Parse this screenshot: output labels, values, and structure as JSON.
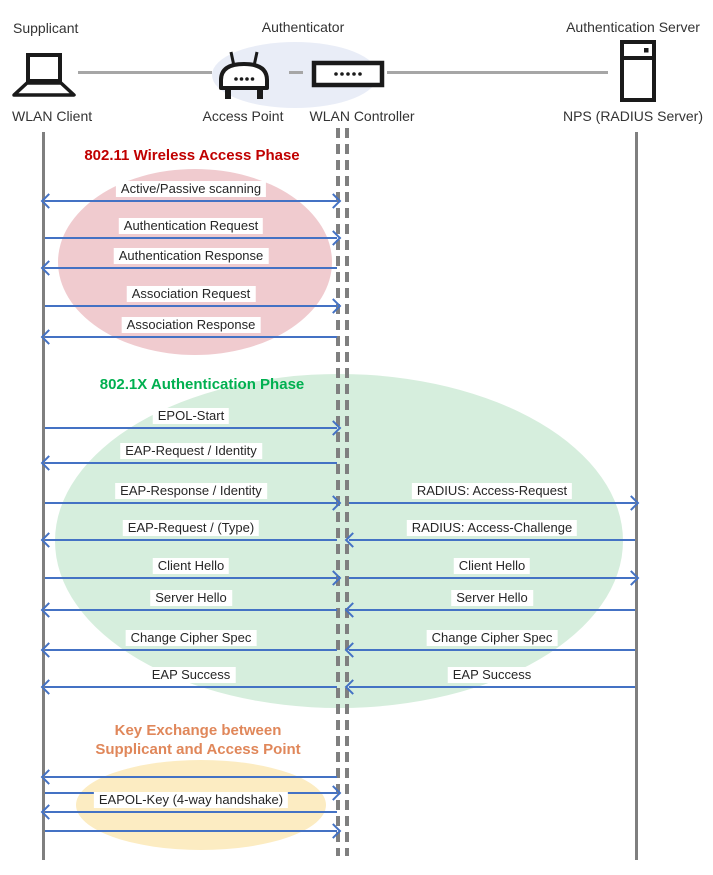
{
  "colors": {
    "arrow": "#4472c4",
    "lifeline": "#7f7f7f",
    "dash": "#7f7f7f",
    "connector": "#a6a6a6",
    "icon": "#1a1a1a",
    "text": "#333333",
    "phase1-title": "#c00000",
    "phase1-fill": "#f0cbcf",
    "phase2-title": "#00b050",
    "phase2-fill": "#d6eedd",
    "phase3-title": "#e0875a",
    "phase3-fill": "#fcecc2",
    "auth-fill": "#e9edf7"
  },
  "header": {
    "roles": [
      "Supplicant",
      "Authenticator",
      "Authentication Server"
    ],
    "nodes": [
      "WLAN Client",
      "Access Point",
      "WLAN Controller",
      "NPS (RADIUS Server)"
    ]
  },
  "phases": [
    {
      "title": "802.11 Wireless Access Phase"
    },
    {
      "title": "802.1X Authentication Phase"
    },
    {
      "title_line1": "Key Exchange between",
      "title_line2": "Supplicant and Access Point"
    }
  ],
  "left_messages": [
    {
      "label": "Active/Passive scanning",
      "direction": "both"
    },
    {
      "label": "Authentication Request",
      "direction": "right"
    },
    {
      "label": "Authentication Response",
      "direction": "left"
    },
    {
      "label": "Association Request",
      "direction": "right"
    },
    {
      "label": "Association Response",
      "direction": "left"
    },
    {
      "label": "EPOL-Start",
      "direction": "right"
    },
    {
      "label": "EAP-Request / Identity",
      "direction": "left"
    },
    {
      "label": "EAP-Response / Identity",
      "direction": "right"
    },
    {
      "label": "EAP-Request / (Type)",
      "direction": "left"
    },
    {
      "label": "Client Hello",
      "direction": "right"
    },
    {
      "label": "Server Hello",
      "direction": "left"
    },
    {
      "label": "Change Cipher Spec",
      "direction": "left"
    },
    {
      "label": "EAP Success",
      "direction": "left"
    },
    {
      "label": "",
      "direction": "left"
    },
    {
      "label": "",
      "direction": "right"
    },
    {
      "label": "EAPOL-Key (4-way handshake)",
      "direction": "left"
    },
    {
      "label": "",
      "direction": "right"
    }
  ],
  "right_messages": [
    {
      "label": "RADIUS: Access-Request",
      "direction": "right"
    },
    {
      "label": "RADIUS: Access-Challenge",
      "direction": "left"
    },
    {
      "label": "Client Hello",
      "direction": "right"
    },
    {
      "label": "Server Hello",
      "direction": "left"
    },
    {
      "label": "Change Cipher Spec",
      "direction": "left"
    },
    {
      "label": "EAP Success",
      "direction": "left"
    }
  ]
}
